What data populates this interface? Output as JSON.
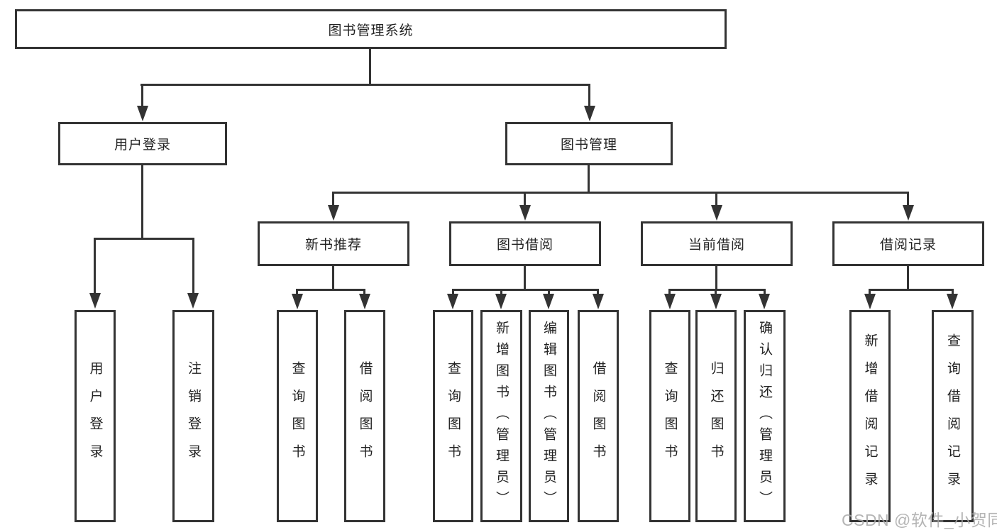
{
  "colors": {
    "line": "#333333",
    "text": "#222222",
    "box_bg": "#ffffff",
    "page_bg": "#ffffff",
    "watermark": "#a9a9a9"
  },
  "watermark": {
    "text": "CSDN @软件_小贺同学"
  },
  "diagram": {
    "root": {
      "label": "图书管理系统",
      "children": [
        {
          "label": "用户登录",
          "children": [
            {
              "label": "用户登录"
            },
            {
              "label": "注销登录"
            }
          ]
        },
        {
          "label": "图书管理",
          "children": [
            {
              "label": "新书推荐",
              "children": [
                {
                  "label": "查询图书"
                },
                {
                  "label": "借阅图书"
                }
              ]
            },
            {
              "label": "图书借阅",
              "children": [
                {
                  "label": "查询图书"
                },
                {
                  "label": "新增图书（管理员）"
                },
                {
                  "label": "编辑图书（管理员）"
                },
                {
                  "label": "借阅图书"
                }
              ]
            },
            {
              "label": "当前借阅",
              "children": [
                {
                  "label": "查询图书"
                },
                {
                  "label": "归还图书"
                },
                {
                  "label": "确认归还（管理员）"
                }
              ]
            },
            {
              "label": "借阅记录",
              "children": [
                {
                  "label": "新增借阅记录"
                },
                {
                  "label": "查询借阅记录"
                }
              ]
            }
          ]
        }
      ]
    }
  }
}
